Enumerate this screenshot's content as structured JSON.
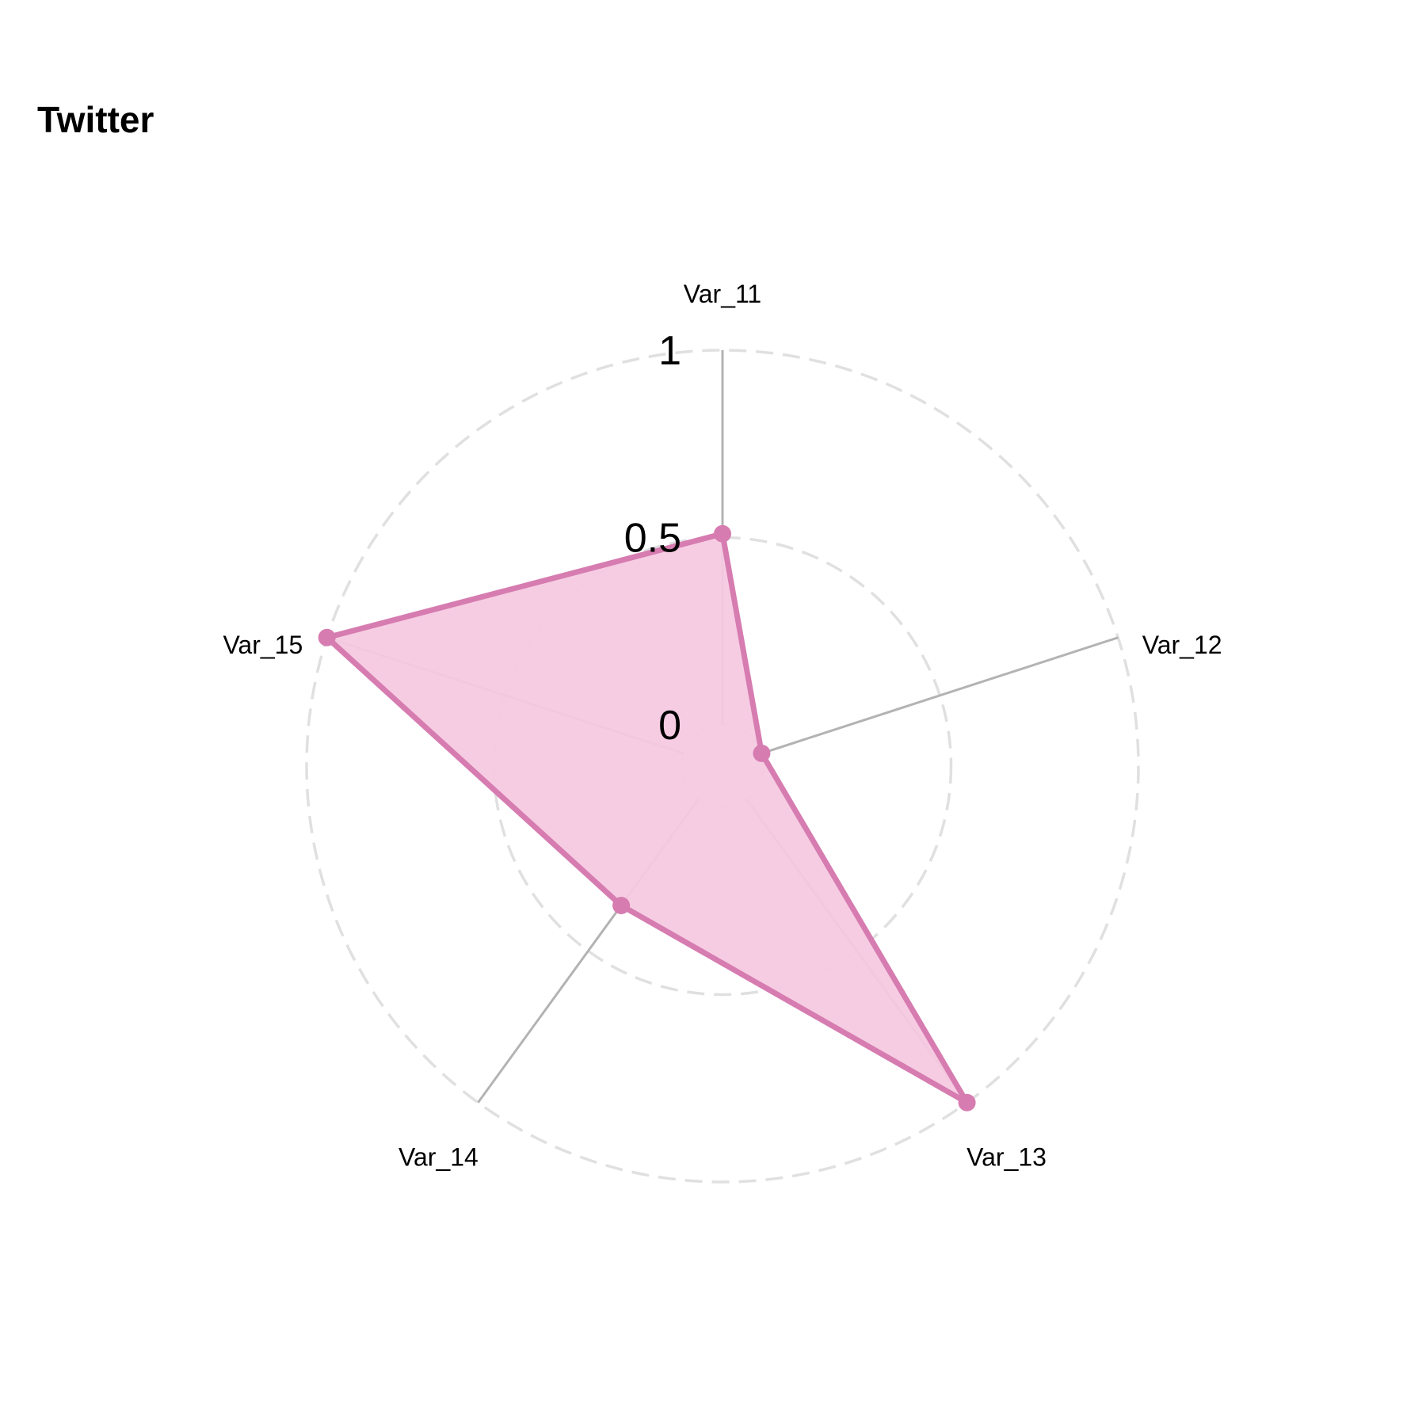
{
  "chart_data": {
    "type": "radar",
    "title": "Twitter",
    "categories": [
      "Var_11",
      "Var_12",
      "Var_13",
      "Var_14",
      "Var_15"
    ],
    "series": [
      {
        "values": [
          0.51,
          0.0,
          1.0,
          0.35,
          1.0
        ]
      }
    ],
    "grid_levels": [
      0,
      0.5,
      1
    ],
    "grid_labels": [
      "0",
      "0.5",
      "1"
    ],
    "range": [
      -0.125,
      1.0
    ],
    "colors": {
      "series_line": "#d67cb0",
      "series_fill": "#f5c9e1",
      "grid_circle": "#e0e0e0",
      "axis_line": "#b3b3b3"
    },
    "legend": false
  }
}
